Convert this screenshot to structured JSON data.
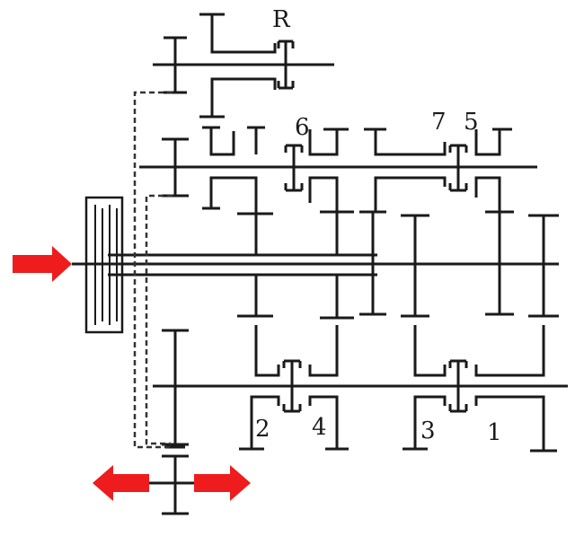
{
  "colors": {
    "line": "#1a1a1a",
    "dashed": "#333333",
    "arrow": "#ee1c1c",
    "background": "#ffffff"
  },
  "gear_labels": {
    "reverse": "R",
    "gear1": "1",
    "gear2": "2",
    "gear3": "3",
    "gear4": "4",
    "gear5": "5",
    "gear6": "6",
    "gear7": "7"
  },
  "arrows": {
    "input": "right-arrow",
    "output_left": "left-arrow",
    "output_right": "right-arrow"
  }
}
